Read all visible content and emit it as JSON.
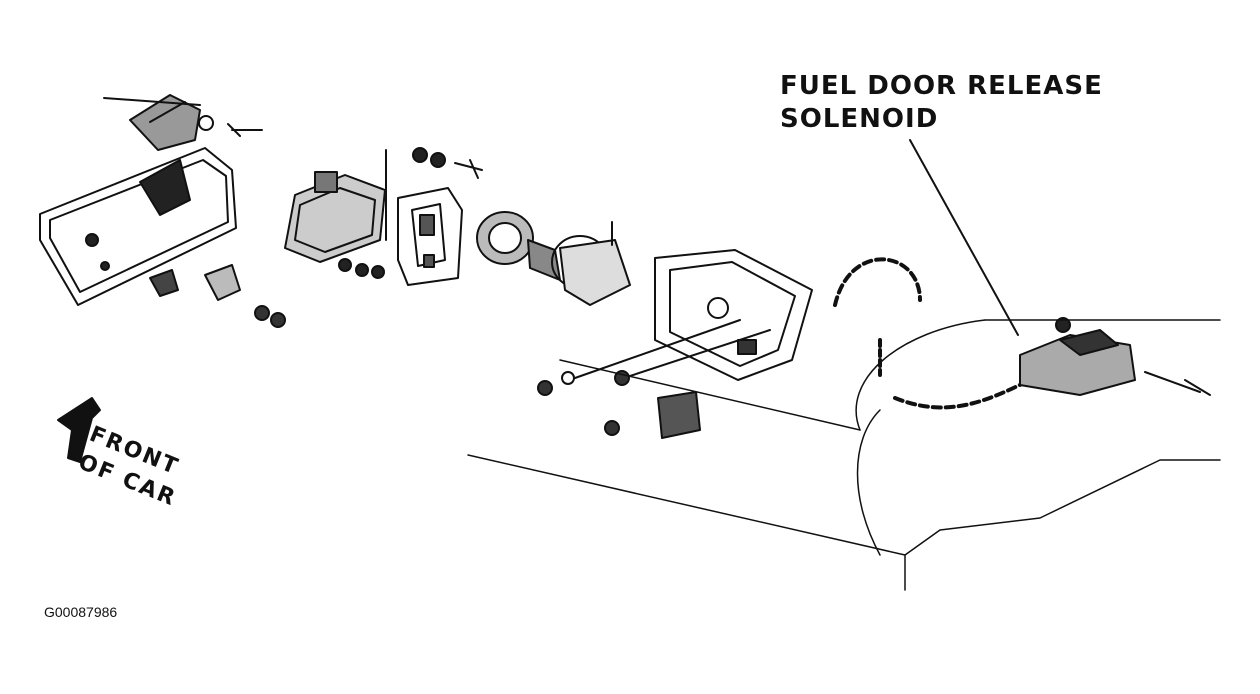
{
  "diagram": {
    "callout": {
      "line1": "FUEL DOOR RELEASE",
      "line2": "SOLENOID"
    },
    "direction_label": {
      "line1": "FRONT",
      "line2": "OF CAR"
    },
    "figure_id": "G00087986"
  }
}
